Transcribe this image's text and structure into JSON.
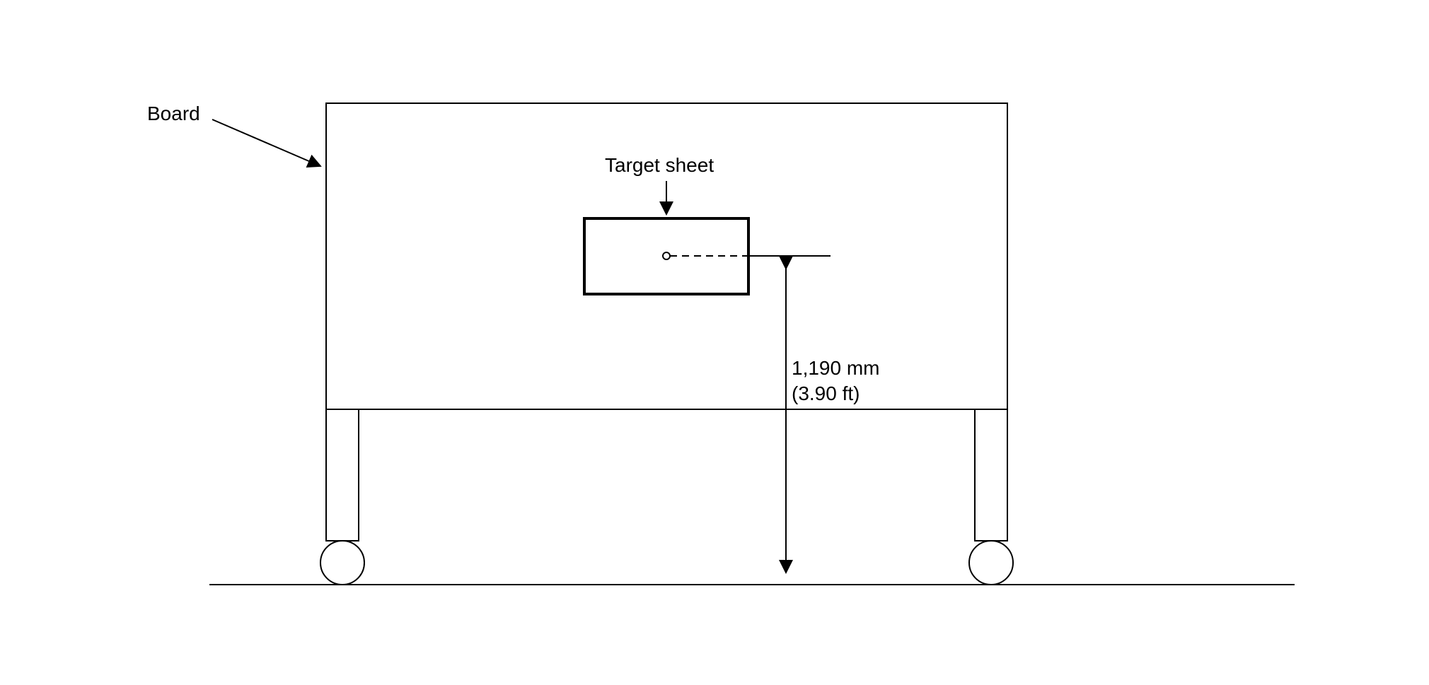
{
  "labels": {
    "board": "Board",
    "target_sheet": "Target sheet",
    "height_mm": "1,190 mm",
    "height_ft": "(3.90 ft)"
  },
  "colors": {
    "line": "#000000",
    "background": "#ffffff"
  }
}
